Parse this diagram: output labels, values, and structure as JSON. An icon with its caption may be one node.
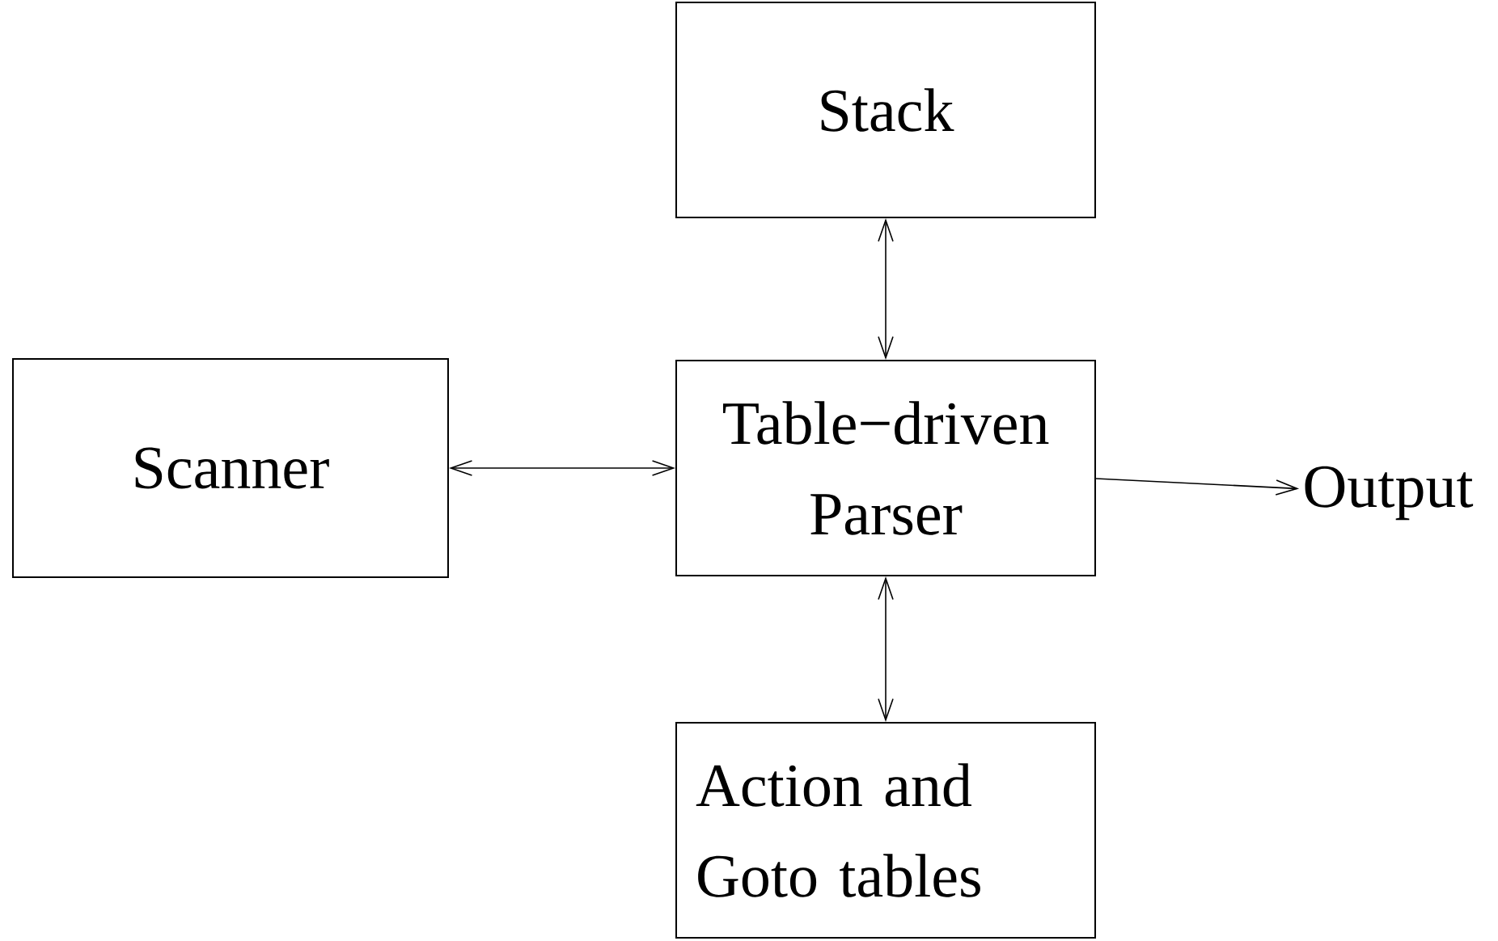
{
  "diagram": {
    "nodes": [
      {
        "text": [
          "Stack"
        ]
      },
      {
        "text": [
          "Scanner"
        ]
      },
      {
        "text": [
          "Table−driven Parser"
        ]
      },
      {
        "text": [
          "Output"
        ]
      },
      {
        "text": [
          "Action and Goto tables"
        ]
      }
    ],
    "edges": [
      {
        "from": 0,
        "to": 2,
        "arrow": "both"
      },
      {
        "from": 1,
        "to": 2,
        "arrow": "both"
      },
      {
        "from": 2,
        "to": 3,
        "arrow": "to"
      },
      {
        "from": 2,
        "to": 4,
        "arrow": "both"
      }
    ]
  }
}
